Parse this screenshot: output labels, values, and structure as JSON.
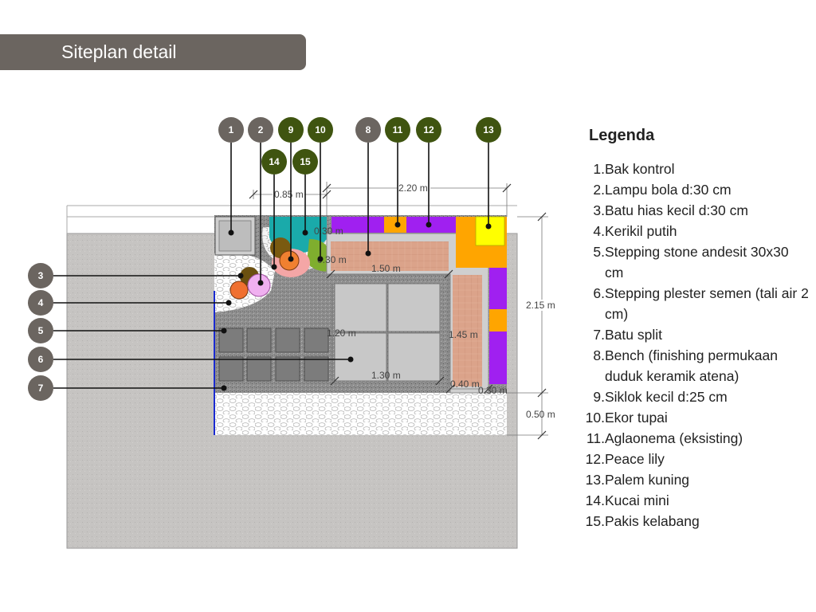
{
  "header": {
    "title": "Siteplan detail"
  },
  "legend": {
    "title": "Legenda",
    "items": [
      {
        "num": "1.",
        "label": "Bak kontrol"
      },
      {
        "num": "2.",
        "label": "Lampu bola d:30 cm"
      },
      {
        "num": "3.",
        "label": "Batu hias kecil d:30 cm"
      },
      {
        "num": "4.",
        "label": "Kerikil putih"
      },
      {
        "num": "5.",
        "label": "Stepping stone andesit 30x30 cm"
      },
      {
        "num": "6.",
        "label": "Stepping plester semen (tali air 2 cm)"
      },
      {
        "num": "7.",
        "label": "Batu split"
      },
      {
        "num": "8.",
        "label": "Bench (finishing permukaan duduk keramik atena)"
      },
      {
        "num": "9.",
        "label": "Siklok kecil d:25 cm"
      },
      {
        "num": "10.",
        "label": "Ekor tupai"
      },
      {
        "num": "11.",
        "label": "Aglaonema (eksisting)"
      },
      {
        "num": "12.",
        "label": "Peace lily"
      },
      {
        "num": "13.",
        "label": "Palem kuning"
      },
      {
        "num": "14.",
        "label": "Kucai mini"
      },
      {
        "num": "15.",
        "label": "Pakis kelabang"
      }
    ]
  },
  "markers": {
    "m1": "1",
    "m2": "2",
    "m3": "3",
    "m4": "4",
    "m5": "5",
    "m6": "6",
    "m7": "7",
    "m8": "8",
    "m9": "9",
    "m10": "10",
    "m11": "11",
    "m12": "12",
    "m13": "13",
    "m14": "14",
    "m15": "15"
  },
  "dimensions": {
    "d085": "0.85 m",
    "d220": "2.20 m",
    "d215": "2.15 m",
    "d050": "0.50 m",
    "d030a": "0.30 m",
    "d030b": "0.30 m",
    "d150": "1.50 m",
    "d120": "1.20 m",
    "d145": "1.45 m",
    "d130": "1.30 m",
    "d040": "0.40 m",
    "d030c": "0.30 m"
  },
  "colors": {
    "marker_gray": "#6b6560",
    "marker_green": "#3f5410",
    "paving": "#c6c4c2",
    "gravel": "#8f8f8f",
    "bench": "#dba38a",
    "purple": "#a020f0",
    "orange": "#ffa500",
    "yellow": "#ffff00",
    "teal": "#1aaaaa",
    "green": "#7fae2e"
  }
}
